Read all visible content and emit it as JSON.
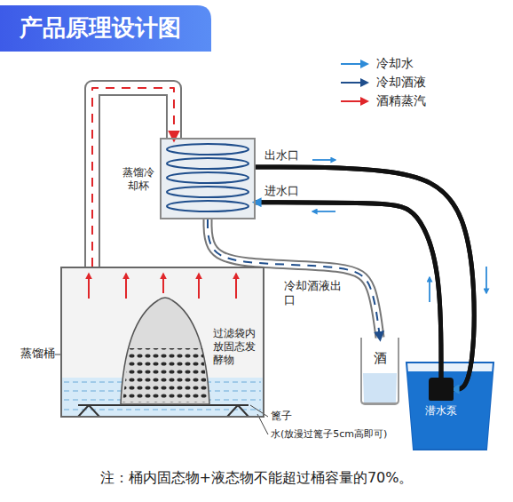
{
  "diagram": {
    "title": "产品原理设计图",
    "caption": "注：桶内固态物+液态物不能超过桶容量的70%。",
    "nodes": [
      {
        "text": [
          "蒸馏桶"
        ]
      },
      {
        "text": [
          "蒸馏冷却杯"
        ]
      },
      {
        "text": [
          "酒"
        ]
      },
      {
        "text": [
          "潜水泵"
        ]
      }
    ],
    "edges": [
      {
        "from": 0,
        "to": 1,
        "arrow": "to"
      },
      {
        "from": 1,
        "to": 2,
        "label": "冷却酒液出口",
        "arrow": "to"
      },
      {
        "from": 1,
        "to": 3,
        "label": "出水口",
        "arrow": "to"
      },
      {
        "from": 3,
        "to": 1,
        "label": "进水口",
        "arrow": "to"
      }
    ],
    "labels": [
      "过滤袋内放固态发酵物",
      "篦子",
      "水(放漫过篦子5cm高即可)"
    ],
    "legend": [
      {
        "text": "冷却水"
      },
      {
        "text": "冷却酒液"
      },
      {
        "text": "酒精蒸汽"
      }
    ]
  }
}
